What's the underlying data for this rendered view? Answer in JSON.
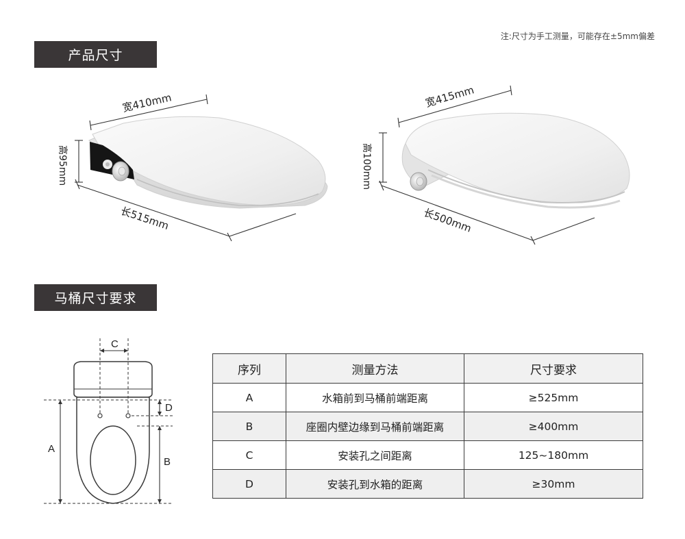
{
  "note": "注:尺寸为手工测量，可能存在±5mm偏差",
  "sections": {
    "product_size": "产品尺寸",
    "toilet_requirements": "马桶尺寸要求"
  },
  "product_left": {
    "width": "宽410mm",
    "height": "高95mm",
    "length": "长515mm"
  },
  "product_right": {
    "width": "宽415mm",
    "height": "高100mm",
    "length": "长500mm"
  },
  "diagram_labels": {
    "a": "A",
    "b": "B",
    "c": "C",
    "d": "D"
  },
  "table": {
    "headers": [
      "序列",
      "测量方法",
      "尺寸要求"
    ],
    "rows": [
      [
        "A",
        "水箱前到马桶前端距离",
        "≥525mm"
      ],
      [
        "B",
        "座圈内壁边缘到马桶前端距离",
        "≥400mm"
      ],
      [
        "C",
        "安装孔之间距离",
        "125~180mm"
      ],
      [
        "D",
        "安装孔到水箱的距离",
        "≥30mm"
      ]
    ]
  }
}
